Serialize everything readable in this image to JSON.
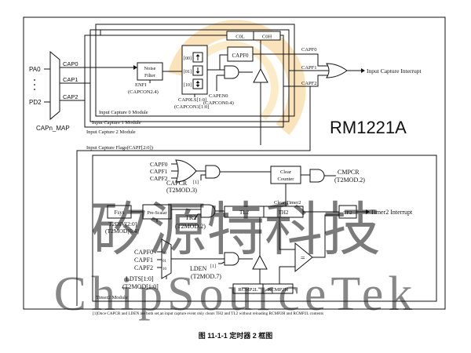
{
  "watermark": {
    "top": "矽源特科技",
    "bottom": "ChipSourceTek",
    "badge": "RM1221A"
  },
  "inputs": {
    "pa0": "PA0",
    "pd2": "PD2",
    "cap0": "CAP0",
    "cap1": "CAP1",
    "cap2": "CAP2",
    "map": "CAPn_MAP"
  },
  "capture": {
    "noise_filter_1": "Noise",
    "noise_filter_2": "Filter",
    "enfi": "ENFI",
    "enfi_reg": "(CAPCON2.4)",
    "sel0": "[00]",
    "sel1": "[01]",
    "sel2": "[10]",
    "capls": "CAP0LS[1:0]",
    "capls_reg": "(CAPCON1[1:0]",
    "capen": "CAPEN0",
    "capen_reg": "(CAPCON0.4)",
    "capf_box": "CAPF0",
    "c0l": "C0L",
    "c0h": "C0H",
    "mod0": "Input Capture 0 Module",
    "mod1": "Input Capture 1 Module",
    "mod2": "Input Capture 2 Module",
    "out_capf0": "CAPF0",
    "out_capf1": "CAPF1",
    "out_capf2": "CAPF2",
    "interrupt": "Input Capture Interrupt",
    "flags": "Input Capture Flags(CAPF[2:0])"
  },
  "timer2": {
    "capf0": "CAPF0",
    "capf1": "CAPF1",
    "capf2": "CAPF2",
    "capcr": "CAPCR",
    "capcr_note": "[1]",
    "capcr_reg": "(T2MOD.3)",
    "clear_counter_1": "Clear",
    "clear_counter_2": "Counter",
    "cmpcr": "CMPCR",
    "cmpcr_reg": "(T2MOD.2)",
    "clear_timer2": "Clear Timer2",
    "fsys": "Fsys",
    "prescalar": "Pre-Scalar",
    "t2div": "T2DIV[2:0]",
    "t2div_reg": "(T2MOD[6:4]",
    "tr2": "TR2",
    "tr2_reg": "(T2MOD.2)",
    "tl2": "TL2",
    "th2": "TH2",
    "tf2": "TF2",
    "interrupt": "Timer2 Interrupt",
    "mux_capf0": "CAPF0",
    "mux_capf1": "CAPF1",
    "mux_capf2": "CAPF2",
    "mux_sel0": "00",
    "mux_sel1": "01",
    "mux_sel2": "10",
    "ldts": "LDTS[1:0]",
    "ldts_reg": "(T2MOD[1:0]",
    "lden": "LDEN",
    "lden_note": "[1]",
    "lden_reg": "(T2MOD.7)",
    "eq": "=",
    "rcmp2l": "RCMP2L",
    "rcmp2h": "RCMP2H",
    "module": "Timer2 Module"
  },
  "footnote": "[1]Once CAPCR and LDEN are both set,an input capture event only clears TH2 and TL2 without reloading RCMP2H and RCMP2L contents",
  "caption": "图 11-1-1  定时器 2 框图"
}
